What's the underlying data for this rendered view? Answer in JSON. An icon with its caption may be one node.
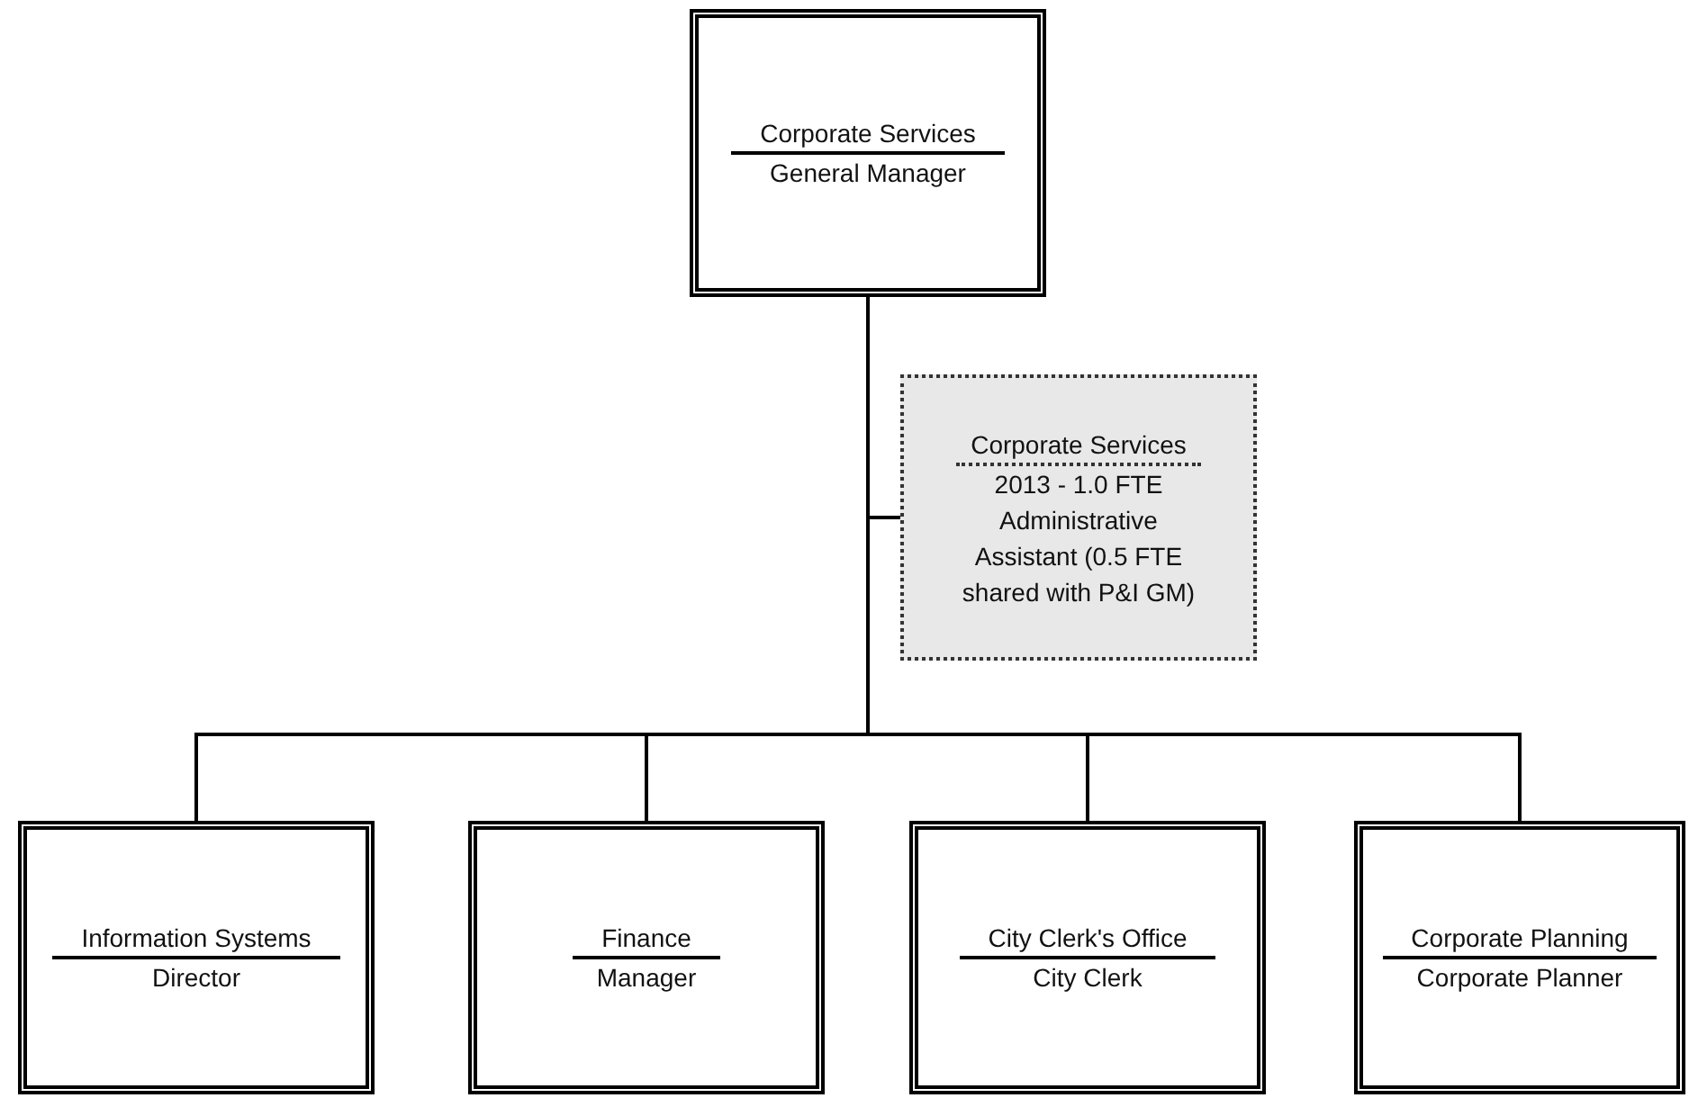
{
  "diagram": {
    "nodes": [
      {
        "text": [
          "Corporate Services",
          "General Manager"
        ]
      },
      {
        "text": [
          "Corporate Services",
          "2013 - 1.0 FTE Administrative Assistant (0.5 FTE shared with P&I GM)"
        ]
      },
      {
        "text": [
          "Information Systems",
          "Director"
        ]
      },
      {
        "text": [
          "Finance",
          "Manager"
        ]
      },
      {
        "text": [
          "City Clerk's Office",
          "City Clerk"
        ]
      },
      {
        "text": [
          "Corporate Planning",
          "Corporate Planner"
        ]
      }
    ],
    "edges": [
      {
        "from": 0,
        "to": 1,
        "arrow": "none"
      },
      {
        "from": 0,
        "to": 2,
        "arrow": "none"
      },
      {
        "from": 0,
        "to": 3,
        "arrow": "none"
      },
      {
        "from": 0,
        "to": 4,
        "arrow": "none"
      },
      {
        "from": 0,
        "to": 5,
        "arrow": "none"
      }
    ]
  }
}
